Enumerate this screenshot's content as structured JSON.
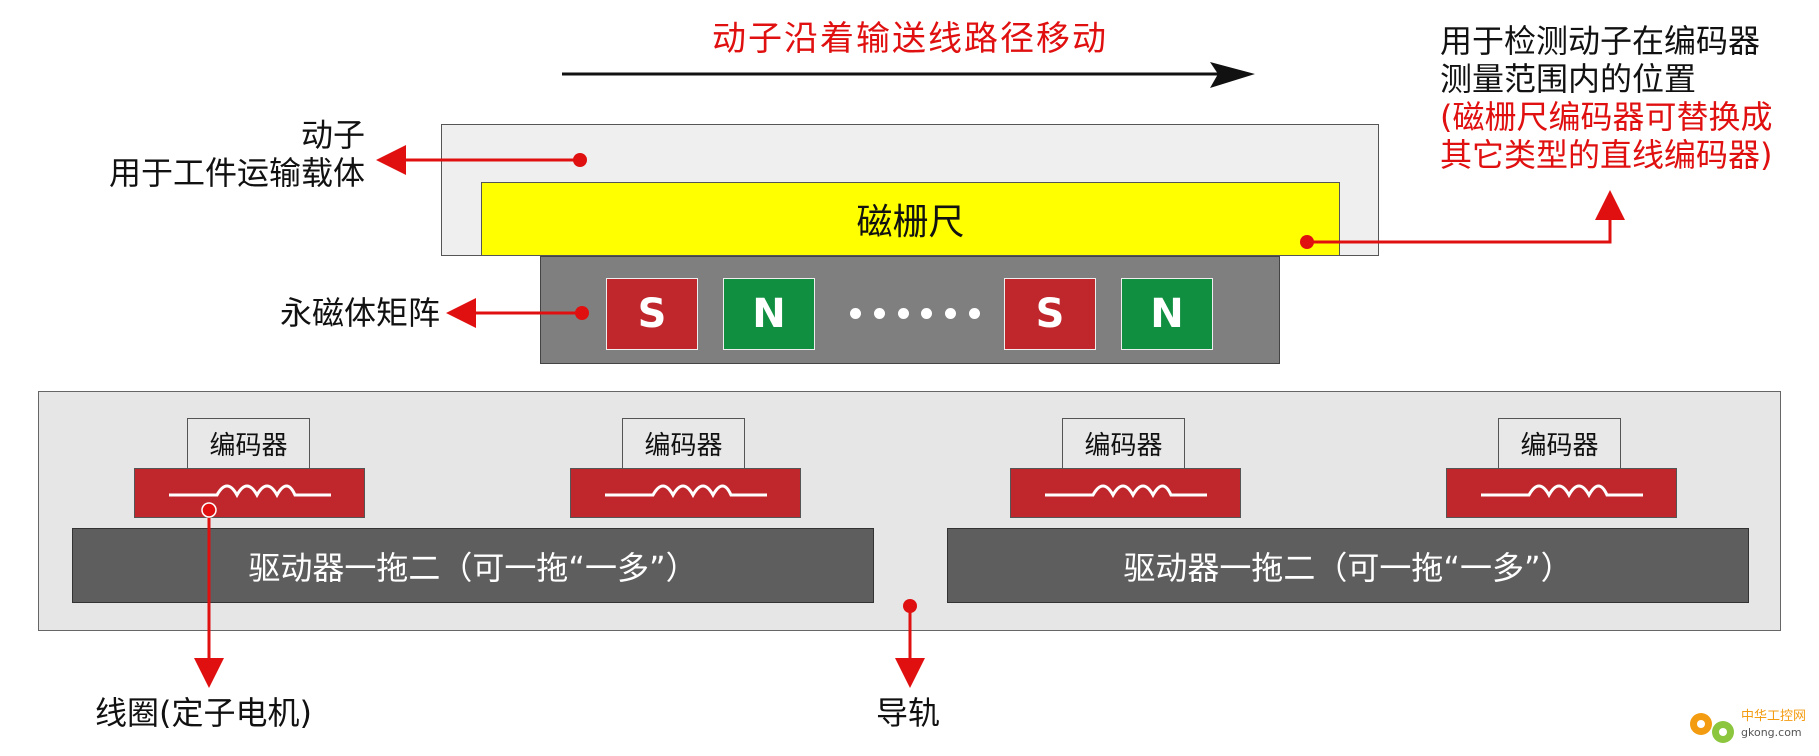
{
  "labels": {
    "motion": "动子沿着输送线路径移动",
    "mover_title": "动子",
    "mover_desc": "用于工件运输载体",
    "magnet_array": "永磁体矩阵",
    "scale": "磁栅尺",
    "encoder_note_1": "用于检测动子在编码器",
    "encoder_note_2": "测量范围内的位置",
    "encoder_note_3": "(磁栅尺编码器可替换成",
    "encoder_note_4": "其它类型的直线编码器)",
    "coil": "线圈(定子电机)",
    "rail": "导轨"
  },
  "poles": [
    "S",
    "N",
    "S",
    "N"
  ],
  "encoders": [
    "编码器",
    "编码器",
    "编码器",
    "编码器"
  ],
  "drivers": [
    "驱动器一拖二（可一拖“一多”）",
    "驱动器一拖二（可一拖“一多”）"
  ],
  "watermark": {
    "name": "中华工控网",
    "url": "gkong.com"
  },
  "colors": {
    "annotation_red": "#e01010",
    "pole_s": "#c0272d",
    "pole_n": "#0f8f3f",
    "scale_yellow": "#ffff00",
    "driver_gray": "#5e5e5e"
  }
}
